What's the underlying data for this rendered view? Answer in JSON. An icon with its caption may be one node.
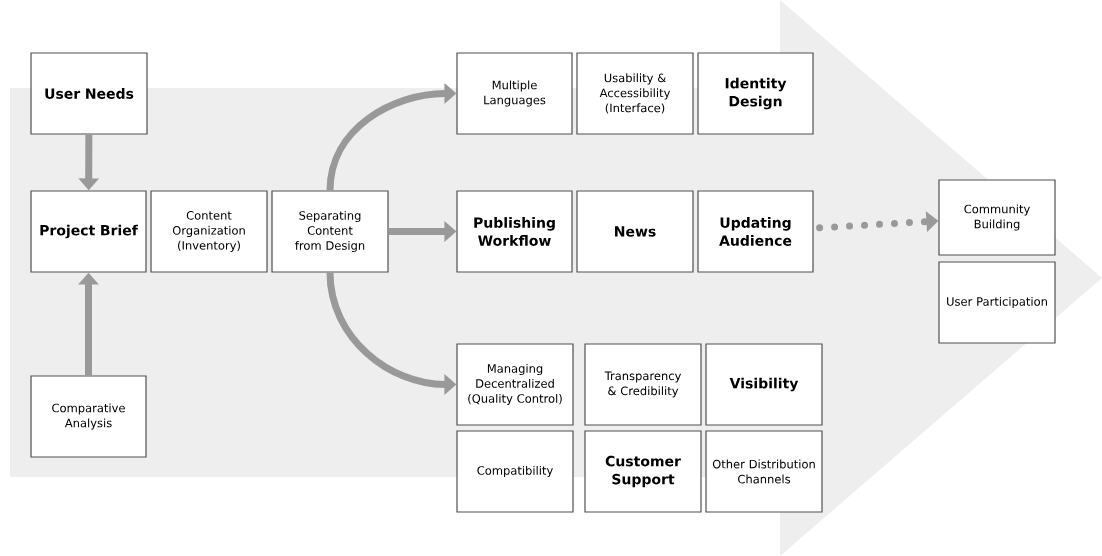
{
  "diagram": {
    "nodes": [
      {
        "text": [
          "User Needs"
        ]
      },
      {
        "text": [
          "Project Brief"
        ]
      },
      {
        "text": [
          "Content Organization (Inventory)"
        ]
      },
      {
        "text": [
          "Separating Content from Design"
        ]
      },
      {
        "text": [
          "Comparative Analysis"
        ]
      },
      {
        "text": [
          "Multiple Languages"
        ]
      },
      {
        "text": [
          "Usability & Accessibility (Interface)"
        ]
      },
      {
        "text": [
          "Identity Design"
        ]
      },
      {
        "text": [
          "Publishing Workflow"
        ]
      },
      {
        "text": [
          "News"
        ]
      },
      {
        "text": [
          "Updating Audience"
        ]
      },
      {
        "text": [
          "Community Building"
        ]
      },
      {
        "text": [
          "User Participation"
        ]
      },
      {
        "text": [
          "Managing Decentralized (Quality Control)"
        ]
      },
      {
        "text": [
          "Transparency & Credibility"
        ]
      },
      {
        "text": [
          "Visibility"
        ]
      },
      {
        "text": [
          "Compatibility"
        ]
      },
      {
        "text": [
          "Customer Support"
        ]
      },
      {
        "text": [
          "Other Distribution Channels"
        ]
      }
    ],
    "edges": [
      {
        "from": 0,
        "to": 1,
        "arrow": "to"
      },
      {
        "from": 4,
        "to": 1,
        "arrow": "to"
      },
      {
        "from": 3,
        "to": 5,
        "arrow": "to"
      },
      {
        "from": 3,
        "to": 8,
        "arrow": "to"
      },
      {
        "from": 3,
        "to": 13,
        "arrow": "to"
      },
      {
        "from": 10,
        "to": 11,
        "arrow": "to",
        "style": "dashed"
      }
    ]
  }
}
